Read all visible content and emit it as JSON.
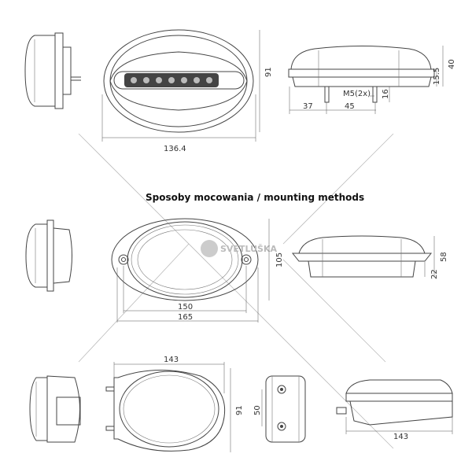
{
  "title": "Sposoby mocowania / mounting methods",
  "watermark": "SVETLUŠKA",
  "top": {
    "width": "136.4",
    "height": "91",
    "side_height": "40",
    "side_base": "15.5",
    "bolt": "M5(2x)",
    "bolt_len": "16",
    "offset": "37",
    "spacing": "45"
  },
  "middle": {
    "inner_width": "150",
    "outer_width": "165",
    "height": "105",
    "side_height": "58",
    "side_base": "22"
  },
  "bottom": {
    "width": "143",
    "height": "91",
    "bolt_spacing": "50",
    "side_width": "143"
  }
}
